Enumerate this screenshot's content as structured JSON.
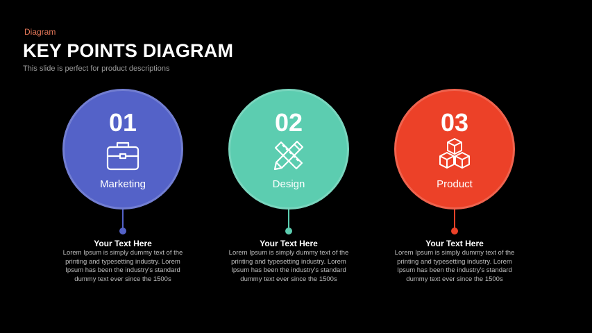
{
  "header": {
    "tag": "Diagram",
    "title": "KEY POINTS DIAGRAM",
    "subtitle": "This slide is perfect for product descriptions"
  },
  "points": [
    {
      "number": "01",
      "label": "Marketing",
      "icon": "briefcase-icon",
      "color": "#5462c8",
      "heading": "Your  Text Here",
      "body": "Lorem Ipsum is simply dummy text of the printing and typesetting industry. Lorem Ipsum has been the industry's standard dummy text ever since the 1500s"
    },
    {
      "number": "02",
      "label": "Design",
      "icon": "pencil-ruler-icon",
      "color": "#5ccdb0",
      "heading": "Your  Text Here",
      "body": "Lorem Ipsum is simply dummy text of the printing and typesetting industry. Lorem Ipsum has been the industry's standard dummy text ever since the 1500s"
    },
    {
      "number": "03",
      "label": "Product",
      "icon": "cubes-icon",
      "color": "#ec4128",
      "heading": "Your  Text Here",
      "body": "Lorem Ipsum is simply dummy text of the printing and typesetting industry. Lorem Ipsum has been the industry's standard dummy text ever since the 1500s"
    }
  ]
}
